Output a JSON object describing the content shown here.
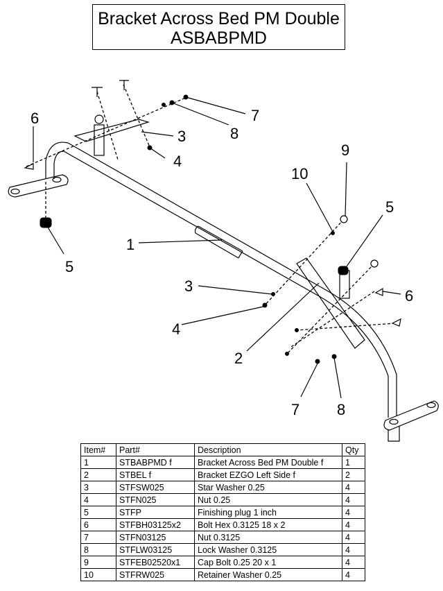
{
  "title": {
    "line1": "Bracket Across Bed PM Double",
    "line2": "ASBABPMD"
  },
  "callouts": [
    "6",
    "7",
    "8",
    "3",
    "4",
    "5",
    "9",
    "10",
    "5",
    "1",
    "6",
    "3",
    "4",
    "2",
    "7",
    "8"
  ],
  "table": {
    "headers": [
      "Item#",
      "Part#",
      "Description",
      "Qty"
    ],
    "rows": [
      [
        "1",
        "STBABPMD f",
        "Bracket Across Bed PM Double f",
        "1"
      ],
      [
        "2",
        "STBEL f",
        "Bracket EZGO Left Side f",
        "2"
      ],
      [
        "3",
        "STFSW025",
        "Star Washer 0.25",
        "4"
      ],
      [
        "4",
        "STFN025",
        "Nut 0.25",
        "4"
      ],
      [
        "5",
        "STFP",
        "Finishing plug 1 inch",
        "4"
      ],
      [
        "6",
        "STFBH03125x2",
        "Bolt Hex 0.3125 18 x 2",
        "4"
      ],
      [
        "7",
        "STFN03125",
        "Nut 0.3125",
        "4"
      ],
      [
        "8",
        "STFLW03125",
        "Lock Washer 0.3125",
        "4"
      ],
      [
        "9",
        "STFEB02520x1",
        "Cap Bolt 0.25 20 x 1",
        "4"
      ],
      [
        "10",
        "STFRW025",
        "Retainer Washer 0.25",
        "4"
      ]
    ]
  }
}
